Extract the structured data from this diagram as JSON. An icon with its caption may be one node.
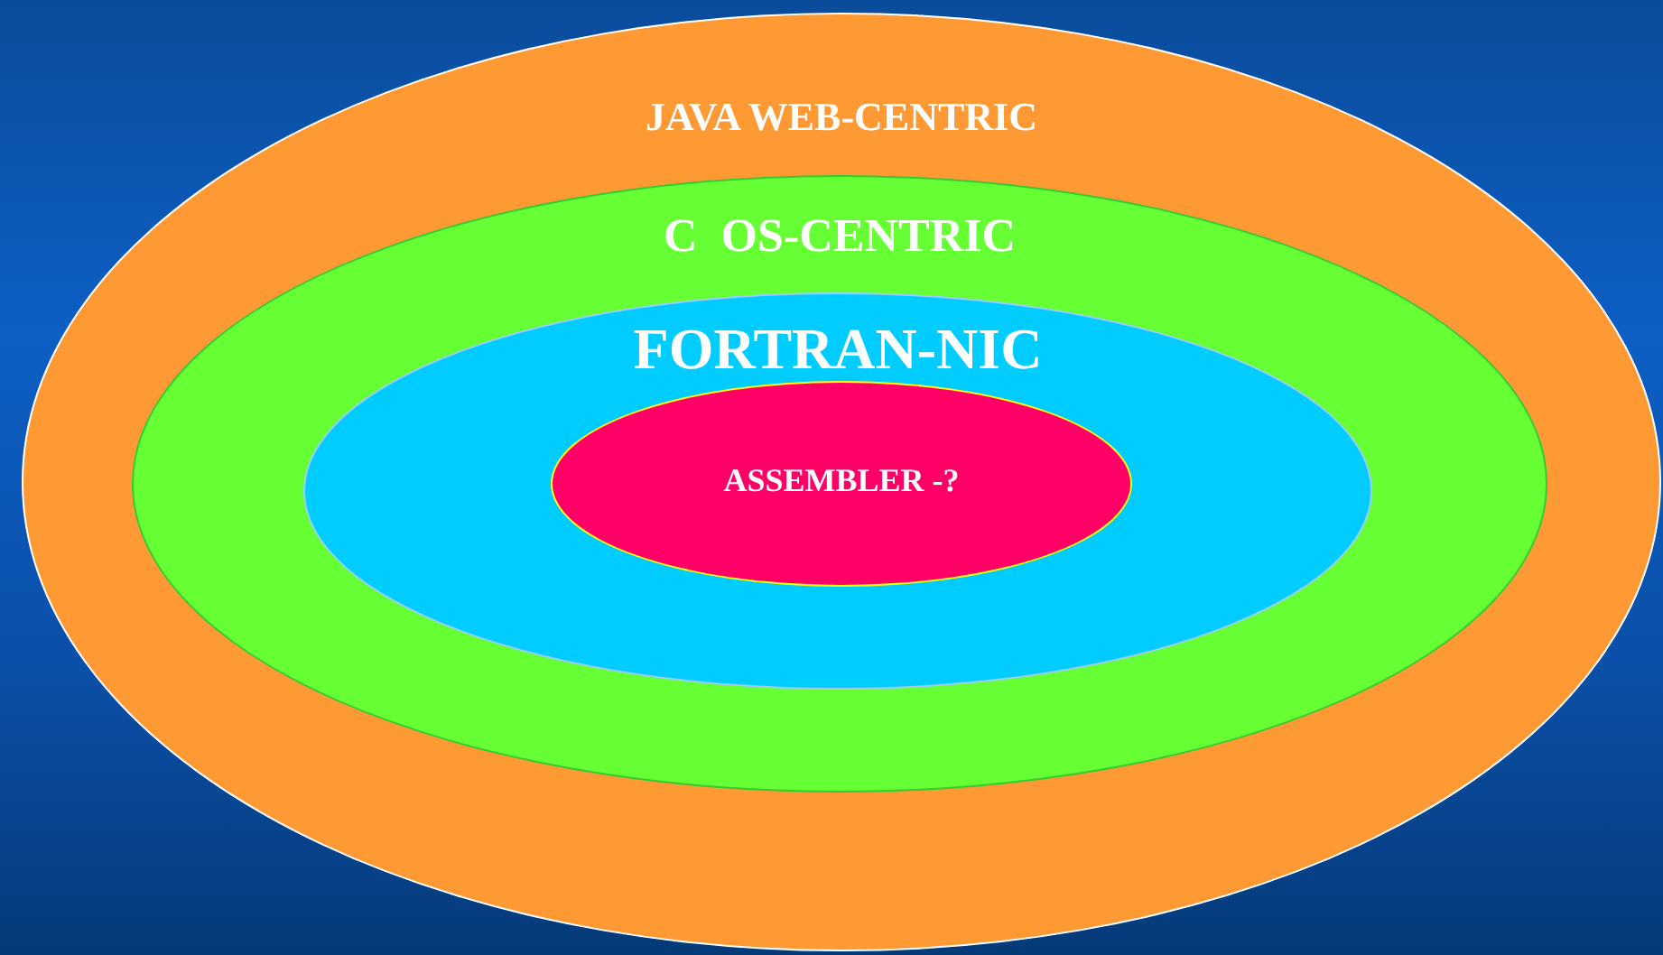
{
  "diagram": {
    "nodes": [
      {
        "text": [
          "JAVA WEB-CENTRIC"
        ]
      },
      {
        "text": [
          "C  OS-CENTRIC"
        ],
        "in": 0
      },
      {
        "text": [
          "FORTRAN-NIC"
        ],
        "in": 1
      },
      {
        "text": [
          "ASSEMBLER -?"
        ],
        "in": 2
      }
    ]
  }
}
